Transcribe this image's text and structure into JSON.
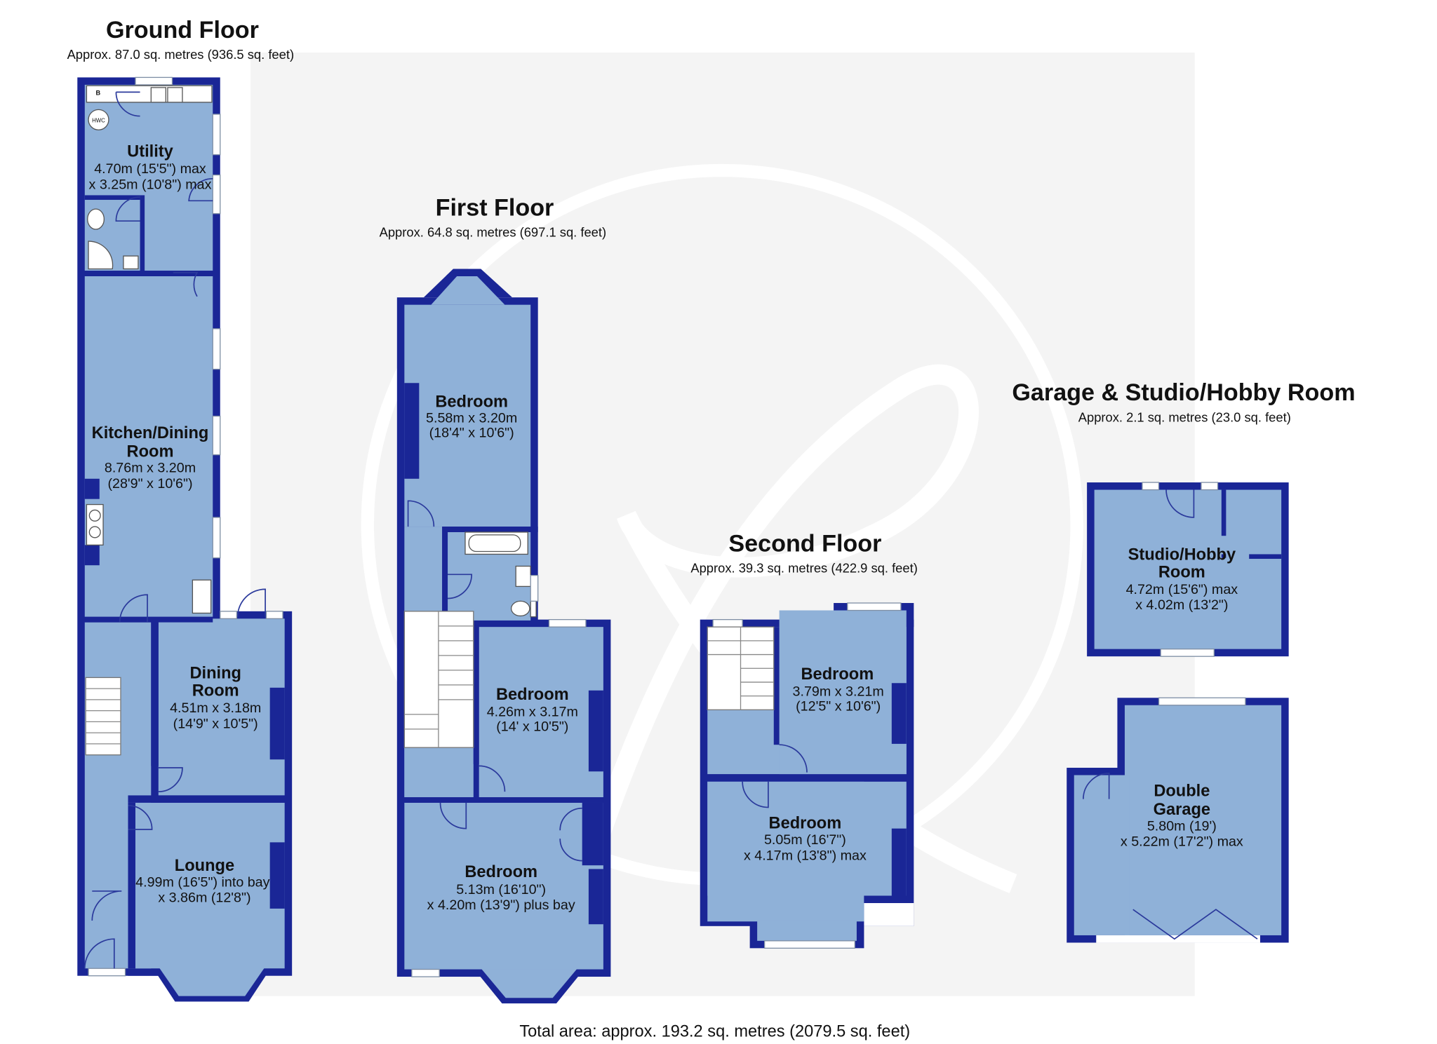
{
  "floors": {
    "ground": {
      "title": "Ground Floor",
      "area": "Approx. 87.0 sq. metres (936.5 sq. feet)",
      "rooms": {
        "utility": {
          "name": "Utility",
          "dim1": "4.70m (15'5\") max",
          "dim2": "x 3.25m (10'8\") max"
        },
        "kitchen": {
          "name1": "Kitchen/Dining",
          "name2": "Room",
          "dim1": "8.76m x 3.20m",
          "dim2": "(28'9\" x 10'6\")"
        },
        "dining": {
          "name1": "Dining",
          "name2": "Room",
          "dim1": "4.51m x 3.18m",
          "dim2": "(14'9\" x 10'5\")"
        },
        "lounge": {
          "name": "Lounge",
          "dim1": "4.99m (16'5\") into bay",
          "dim2": "x 3.86m (12'8\")"
        }
      },
      "fixtures": {
        "boiler": "B",
        "cylinder": "HWC"
      }
    },
    "first": {
      "title": "First Floor",
      "area": "Approx. 64.8 sq. metres (697.1 sq. feet)",
      "rooms": {
        "bed1": {
          "name": "Bedroom",
          "dim1": "5.58m x 3.20m",
          "dim2": "(18'4\" x 10'6\")"
        },
        "bed2": {
          "name": "Bedroom",
          "dim1": "4.26m x 3.17m",
          "dim2": "(14' x 10'5\")"
        },
        "bed3": {
          "name": "Bedroom",
          "dim1": "5.13m (16'10\")",
          "dim2": "x 4.20m (13'9\") plus bay"
        }
      }
    },
    "second": {
      "title": "Second Floor",
      "area": "Approx. 39.3 sq. metres (422.9 sq. feet)",
      "rooms": {
        "bed1": {
          "name": "Bedroom",
          "dim1": "3.79m x 3.21m",
          "dim2": "(12'5\" x 10'6\")"
        },
        "bed2": {
          "name": "Bedroom",
          "dim1": "5.05m (16'7\")",
          "dim2": "x 4.17m (13'8\") max"
        }
      }
    },
    "garage": {
      "title": "Garage & Studio/Hobby Room",
      "area": "Approx. 2.1 sq. metres (23.0 sq. feet)",
      "rooms": {
        "studio": {
          "name1": "Studio/Hobby",
          "name2": "Room",
          "dim1": "4.72m (15'6\") max",
          "dim2": "x 4.02m (13'2\")"
        },
        "double_garage": {
          "name1": "Double",
          "name2": "Garage",
          "dim1": "5.80m (19')",
          "dim2": "x 5.22m (17'2\") max"
        }
      }
    }
  },
  "total_area": "Total area: approx. 193.2 sq. metres (2079.5 sq. feet)",
  "colors": {
    "wall": "#1a2696",
    "room": "#8fb1d8",
    "background": "#ffffff",
    "watermark": "#f4f4f4"
  }
}
